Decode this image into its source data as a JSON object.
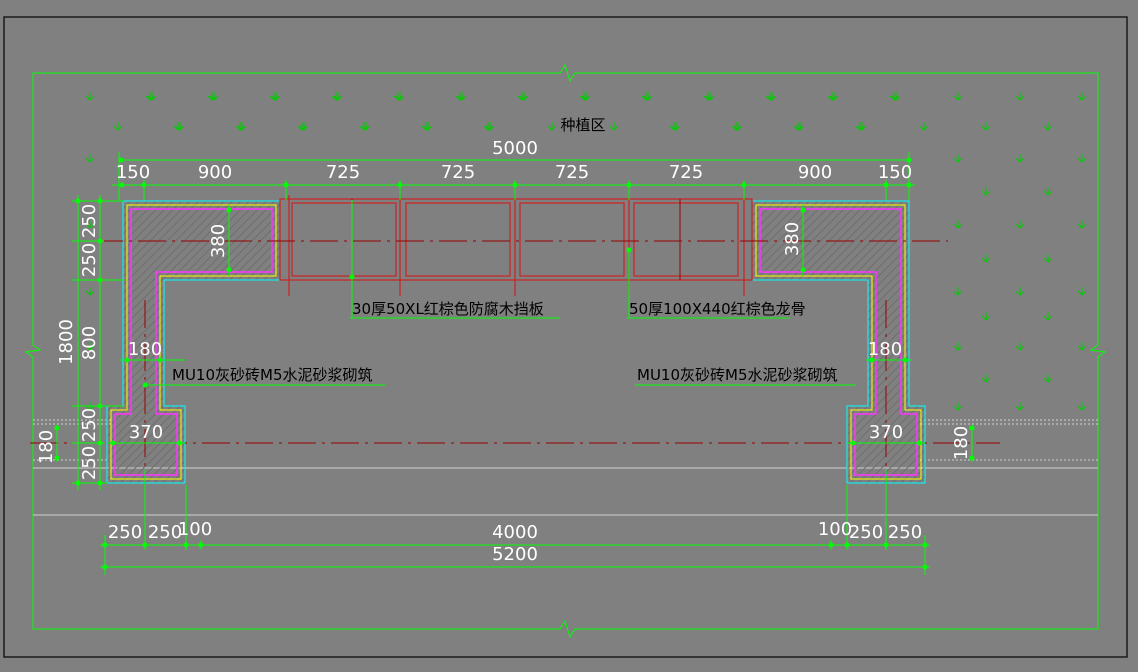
{
  "drawing": {
    "colors": {
      "background": "#808080",
      "border": "#1a1a1a",
      "boundary": "#00ff00",
      "dimension": "#00ff00",
      "centerline": "#990000",
      "timber": "#cc2222",
      "wall_outer": "#00ffff",
      "wall_yellow": "#ffff00",
      "wall_magenta": "#ff33ff",
      "hatch": "#6a6a6a",
      "text": "#ffffff",
      "note": "#000000",
      "path_line": "#cccccc",
      "plant_symbol": "#00cc00"
    },
    "region_label": "种植区",
    "notes": {
      "timber_board": "30厚50XL红棕色防腐木挡板",
      "timber_keel": "50厚100X440红棕色龙骨",
      "brick_left": "MU10灰砂砖M5水泥砂浆砌筑",
      "brick_right": "MU10灰砂砖M5水泥砂浆砌筑"
    },
    "dims": {
      "top_total": "5000",
      "top_segments": [
        "150",
        "900",
        "725",
        "725",
        "725",
        "725",
        "900",
        "150"
      ],
      "left_vertical": [
        "250",
        "250",
        "800",
        "250",
        "250"
      ],
      "left_total": "1800",
      "left_bottom": "180",
      "right_bottom": "180",
      "inner_380_left": "380",
      "inner_380_right": "380",
      "wall_180_left": "180",
      "wall_180_right": "180",
      "pier_370_left": "370",
      "pier_370_right": "370",
      "bottom_segments": [
        "250",
        "250",
        "100",
        "4000",
        "100",
        "250",
        "250"
      ],
      "bottom_total": "5200"
    }
  }
}
